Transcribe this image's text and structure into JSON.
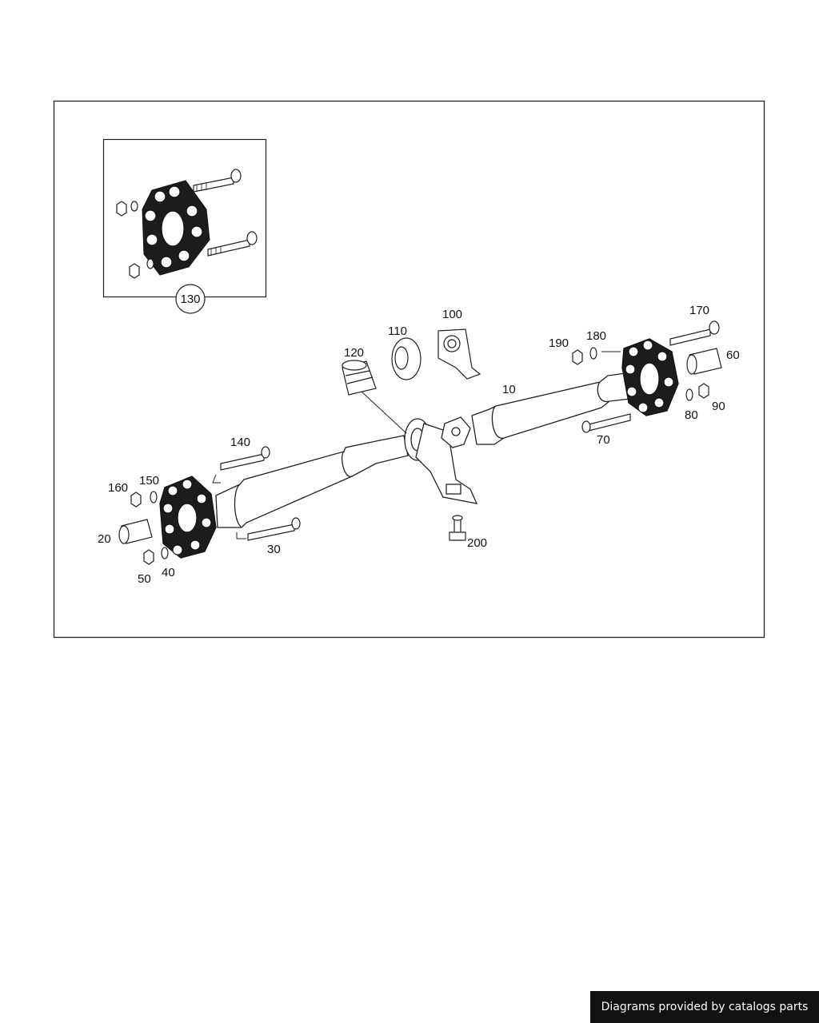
{
  "diagram": {
    "callouts": {
      "c10": "10",
      "c20": "20",
      "c30": "30",
      "c40": "40",
      "c50": "50",
      "c60": "60",
      "c70": "70",
      "c80": "80",
      "c90": "90",
      "c100": "100",
      "c110": "110",
      "c120": "120",
      "c130": "130",
      "c140": "140",
      "c150": "150",
      "c160": "160",
      "c170": "170",
      "c180": "180",
      "c190": "190",
      "c200": "200"
    }
  },
  "footer": {
    "attribution": "Diagrams provided by catalogs parts"
  },
  "colors": {
    "line": "#222222",
    "background": "#ffffff",
    "attribution_bg": "#111111",
    "attribution_text": "#ffffff"
  }
}
